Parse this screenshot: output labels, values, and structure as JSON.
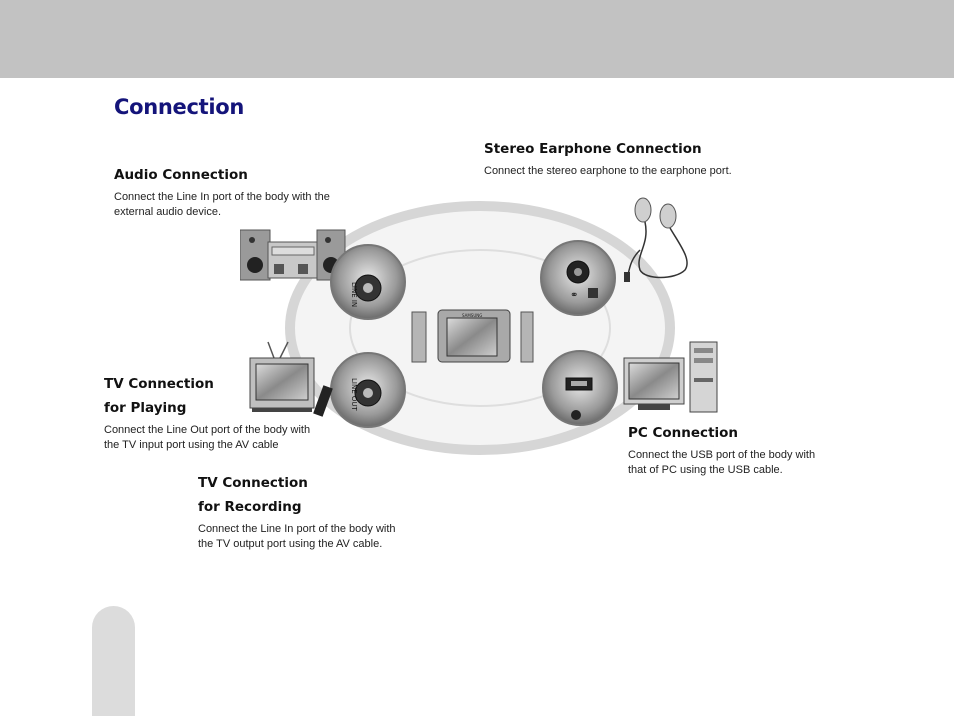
{
  "page": {
    "title": "Connection",
    "header_color": "#c2c2c2",
    "title_color": "#14147a"
  },
  "sections": {
    "audio": {
      "title": "Audio Connection",
      "text_lines": [
        "Connect the Line In port of the body with the",
        "external audio device."
      ]
    },
    "earphone": {
      "title": "Stereo Earphone Connection",
      "text_lines": [
        "Connect the stereo earphone to the earphone port."
      ]
    },
    "tv_playing": {
      "title_lines": [
        "TV Connection",
        "for Playing"
      ],
      "text_lines": [
        "Connect the Line Out port of the body with",
        "the TV input port using the AV cable"
      ]
    },
    "tv_recording": {
      "title_lines": [
        "TV Connection",
        "for Recording"
      ],
      "text_lines": [
        "Connect the Line In port of the body with",
        "the TV output port using the AV cable."
      ]
    },
    "pc": {
      "title": "PC Connection",
      "text_lines": [
        "Connect the USB port of the body with",
        "that of PC using the USB cable."
      ]
    }
  },
  "illustration": {
    "port_labels": {
      "line_in": "LINE IN",
      "line_out": "LINE OUT"
    },
    "device_brand": "SAMSUNG",
    "icons": [
      "stereo-system-icon",
      "earphones-icon",
      "tv-icon",
      "remote-control-icon",
      "pc-icon",
      "device-icon"
    ]
  }
}
